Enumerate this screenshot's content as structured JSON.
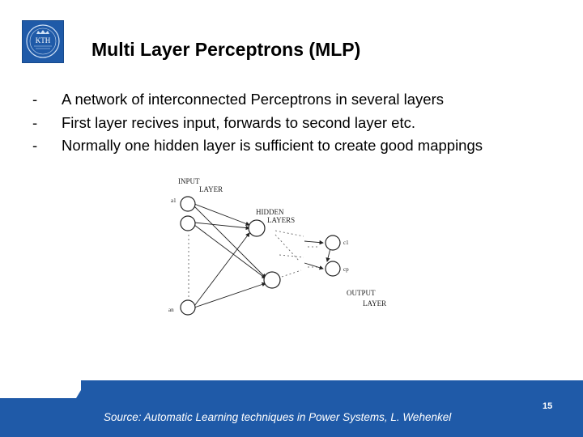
{
  "slide": {
    "title": "Multi Layer Perceptrons (MLP)",
    "bullets": [
      {
        "marker": "-",
        "text": "A network of interconnected Perceptrons in several layers"
      },
      {
        "marker": "-",
        "text": "First layer recives input, forwards to second layer etc."
      },
      {
        "marker": "-",
        "text": "Normally one hidden layer is sufficient to create good mappings"
      }
    ],
    "logo": {
      "icon": "kth-crown-logo",
      "text": "KTH",
      "subtext": "VETENSKAP OCH KONST"
    },
    "diagram": {
      "input_label": [
        "INPUT",
        "LAYER"
      ],
      "hidden_label": [
        "HIDDEN",
        "LAYERS"
      ],
      "output_label": [
        "OUTPUT",
        "LAYER"
      ],
      "input_node_labels": [
        "a1",
        "an"
      ],
      "output_node_labels": [
        "c1",
        "cp"
      ]
    },
    "footer": {
      "source": "Source: Automatic Learning techniques in Power Systems, L. Wehenkel",
      "page_number": "15",
      "band_color": "#1f5aa8"
    }
  }
}
